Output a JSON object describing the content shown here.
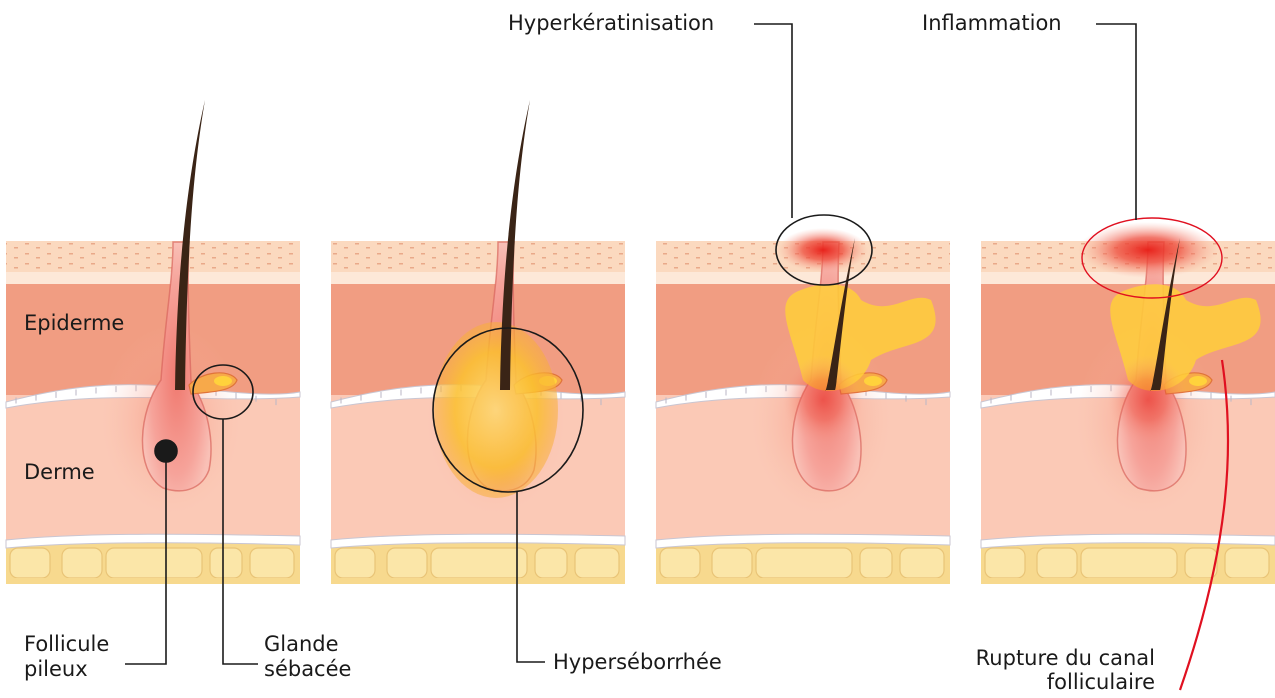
{
  "labels": {
    "epiderme": "Epiderme",
    "derme": "Derme",
    "follicule_line1": "Follicule",
    "follicule_line2": "pileux",
    "glande_line1": "Glande",
    "glande_line2": "sébacée",
    "hyperseborrhee": "Hyperséborrhée",
    "hyperkeratinisation": "Hyperkératinisation",
    "inflammation": "Inflammation",
    "rupture_line1": "Rupture du canal",
    "rupture_line2": "folliculaire"
  },
  "panels": [
    {
      "stage": "normal"
    },
    {
      "stage": "hyperseborrhee"
    },
    {
      "stage": "hyperkeratinisation"
    },
    {
      "stage": "inflammation"
    }
  ],
  "colors": {
    "top_skin": "#fbd9bf",
    "dots": "#e9a98a",
    "epidermis": "#f19d82",
    "dermis": "#fbc9b6",
    "fat": "#f7d98e",
    "fat_cell": "#fbe6a8",
    "follicle": "#f08f84",
    "hair": "#3a2416",
    "sebum": "#ffd23c",
    "inflammation": "#e8231c",
    "line": "#1a1a1a",
    "rupture_line": "#e01020"
  }
}
